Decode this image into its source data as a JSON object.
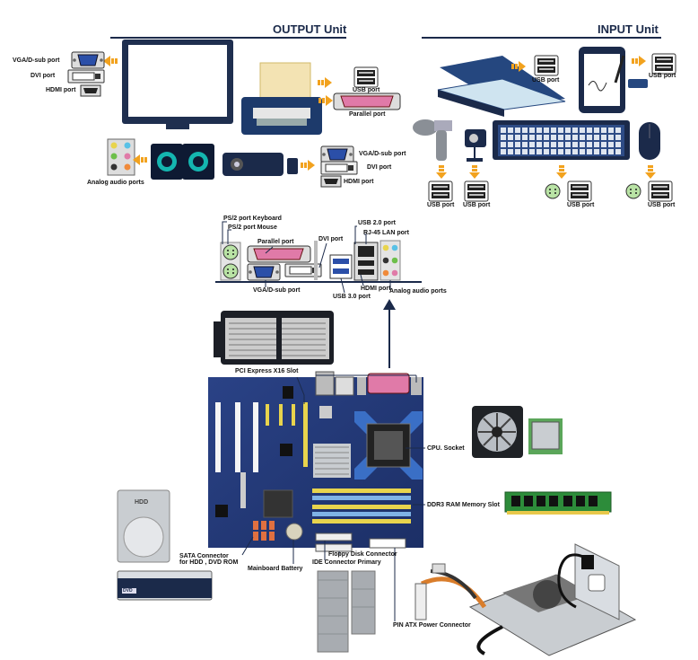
{
  "headings": {
    "output": "OUTPUT Unit",
    "input": "INPUT Unit"
  },
  "output_unit": {
    "monitor_ports": [
      "VGA/D-sub port",
      "DVI port",
      "HDMI port"
    ],
    "printer_ports": [
      "USB port",
      "Parallel port"
    ],
    "speakers": "Analog audio ports",
    "projector_ports": [
      "VGA/D-sub port",
      "DVI port",
      "HDMI port"
    ]
  },
  "input_unit": {
    "scanner_port": "USB port",
    "tablet_port": "USB port",
    "scanner_gun_port": "USB port",
    "webcam_port": "USB port",
    "keyboard_port": "USB port",
    "mouse_port": "USB port"
  },
  "io_panel": {
    "ps2_keyboard": "PS/2 port Keyboard",
    "ps2_mouse": "PS/2 port Mouse",
    "parallel": "Parallel port",
    "dvi": "DVI port",
    "usb2": "USB 2.0 port",
    "rj45": "RJ-45 LAN port",
    "vga": "VGA/D-sub port",
    "hdmi": "HDMI port",
    "usb3": "USB 3.0 port",
    "audio": "Analog audio ports"
  },
  "motherboard": {
    "pci_x16": "PCI Express X16 Slot",
    "cpu_socket": "CPU. Socket",
    "ram": "DDR3 RAM Memory Slot",
    "sata": "SATA Connector\nfor HDD , DVD ROM",
    "battery": "Mainboard Battery",
    "floppy": "Floppy Disk Connector",
    "ide": "IDE Connector Primary",
    "atx": "PIN ATX Power Connector",
    "hdd_text": "HDD",
    "dvd_text": "DVD"
  },
  "colors": {
    "navy": "#1b2a4a",
    "board": "#243a7a",
    "arrow": "#f2a21e",
    "port_blue": "#2b4fa8",
    "pink": "#e07aa8",
    "green": "#6dbf4a",
    "yellow": "#e8d44d"
  }
}
